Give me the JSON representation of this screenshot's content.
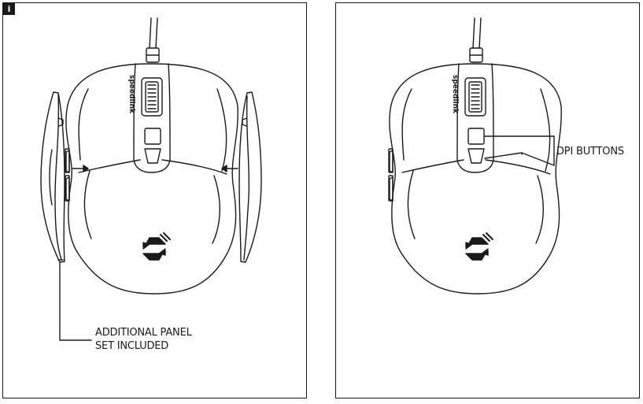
{
  "panel_left": {
    "badge": "i",
    "callout_line1": "ADDITIONAL PANEL",
    "callout_line2": "SET INCLUDED"
  },
  "panel_right": {
    "callout": "DPI BUTTONS"
  },
  "mouse": {
    "brand_text": "speedlink",
    "logo_icon": "speedlink-s-logo-icon"
  }
}
